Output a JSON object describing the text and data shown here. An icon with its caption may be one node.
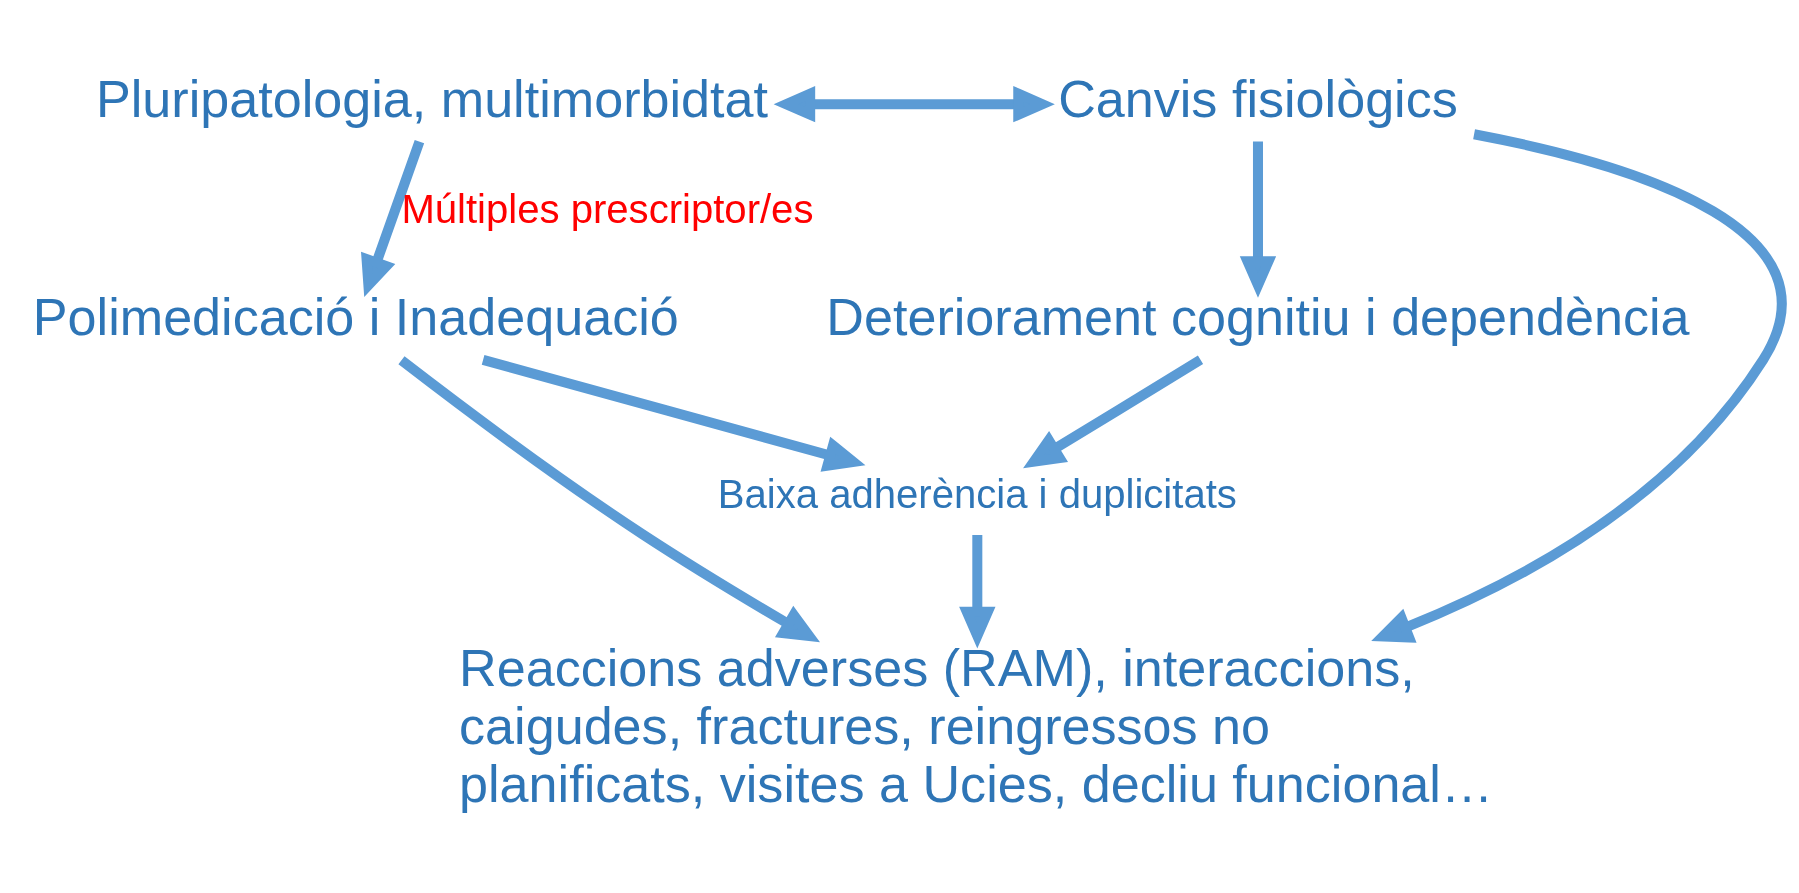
{
  "diagram": {
    "nodes": [
      {
        "text": [
          "Pluripatologia, multimorbidtat"
        ]
      },
      {
        "text": [
          "Canvis fisiològics"
        ]
      },
      {
        "text": [
          "Polimedicació i Inadequació"
        ]
      },
      {
        "text": [
          "Deteriorament cognitiu i dependència"
        ]
      },
      {
        "text": [
          "Baixa adherència i duplicitats"
        ]
      },
      {
        "text": [
          "Reaccions adverses (RAM), interaccions, caigudes, fractures, reingressos no planificats, visites a Ucies, decliu funcional…"
        ]
      }
    ],
    "edges": [
      {
        "from": 0,
        "to": 1,
        "arrow": "both"
      },
      {
        "from": 0,
        "to": 2,
        "arrow": "to",
        "label": "Múltiples prescriptor/es"
      },
      {
        "from": 1,
        "to": 5,
        "arrow": "to"
      },
      {
        "from": 1,
        "to": 3,
        "arrow": "to"
      },
      {
        "from": 2,
        "to": 4,
        "arrow": "to"
      },
      {
        "from": 2,
        "to": 5,
        "arrow": "to"
      },
      {
        "from": 3,
        "to": 4,
        "arrow": "to"
      },
      {
        "from": 4,
        "to": 5,
        "arrow": "to"
      }
    ]
  }
}
